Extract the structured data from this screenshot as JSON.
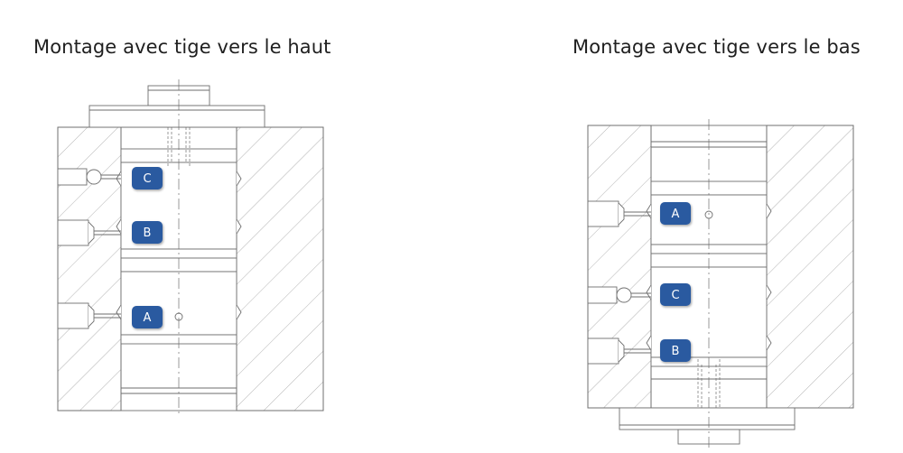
{
  "diagrams": [
    {
      "title": "Montage avec tige vers le haut",
      "ports": [
        {
          "label": "C"
        },
        {
          "label": "B"
        },
        {
          "label": "A"
        }
      ]
    },
    {
      "title": "Montage avec tige vers le bas",
      "ports": [
        {
          "label": "A"
        },
        {
          "label": "C"
        },
        {
          "label": "B"
        }
      ]
    }
  ],
  "colors": {
    "badge_fill": "#2c5aa0",
    "line": "#6e6e6e",
    "hatch": "#9a9a9a"
  }
}
